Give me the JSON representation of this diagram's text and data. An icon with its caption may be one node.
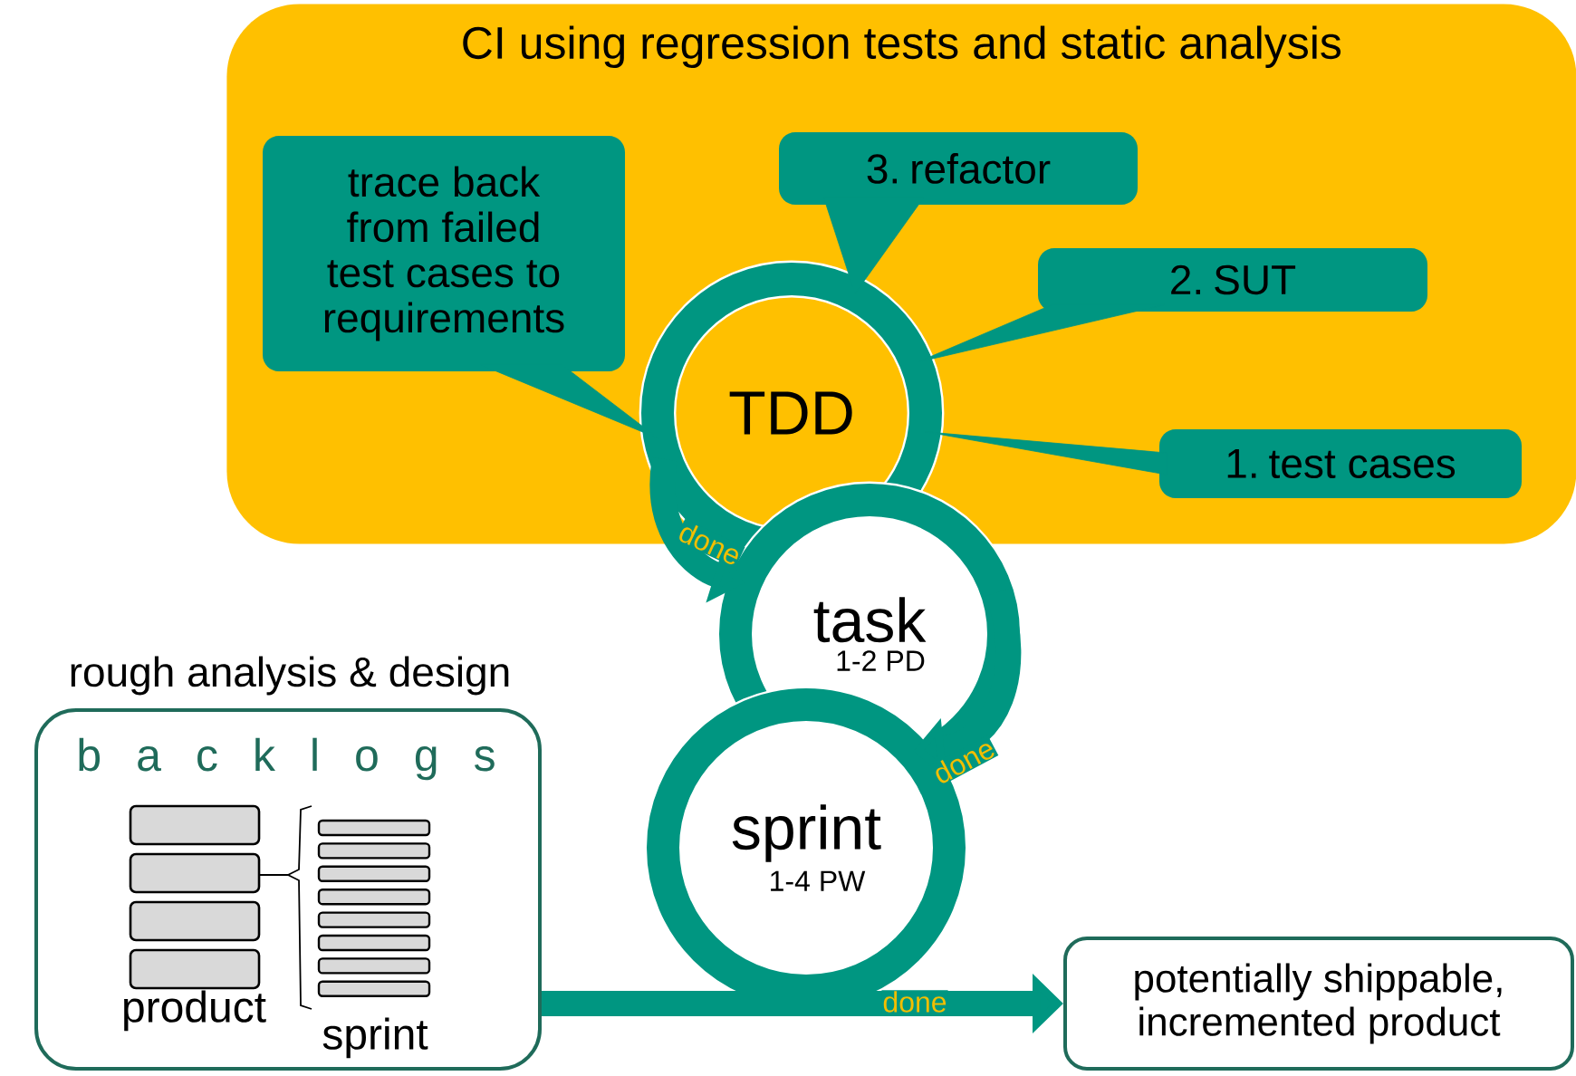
{
  "diagram": {
    "nodes": [
      {
        "text": [
          "CI using regression tests and static analysis"
        ]
      },
      {
        "text": [
          "trace back from failed test cases to requirements"
        ],
        "in": 0
      },
      {
        "text": [
          "3. refactor"
        ],
        "in": 0
      },
      {
        "text": [
          "2. SUT"
        ],
        "in": 0
      },
      {
        "text": [
          "1. test cases"
        ],
        "in": 0
      },
      {
        "text": [
          "TDD"
        ],
        "in": 0
      },
      {
        "text": [
          "task",
          "1-2 PD"
        ]
      },
      {
        "text": [
          "sprint",
          "1-4 PW"
        ]
      },
      {
        "text": [
          "rough analysis & design",
          "b a c k l o g s"
        ]
      },
      {
        "text": [
          "potentially shippable, incremented product"
        ]
      }
    ],
    "edges": [
      {
        "from": 1,
        "to": 5,
        "arrow": "none"
      },
      {
        "from": 2,
        "to": 5,
        "arrow": "to"
      },
      {
        "from": 3,
        "to": 5,
        "arrow": "none"
      },
      {
        "from": 4,
        "to": 5,
        "arrow": "none"
      },
      {
        "from": 5,
        "to": 6,
        "arrow": "to",
        "label": "done"
      },
      {
        "from": 6,
        "to": 7,
        "arrow": "to",
        "label": "done"
      },
      {
        "from": 8,
        "to": 9,
        "arrow": "to",
        "label": "done"
      }
    ],
    "labels": [
      "product",
      "sprint"
    ]
  }
}
